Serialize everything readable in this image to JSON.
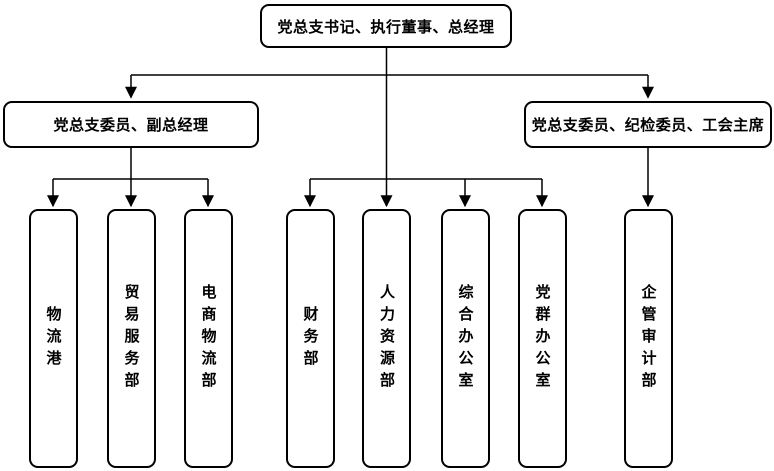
{
  "diagram": {
    "root": {
      "label": "党总支书记、执行董事、总经理"
    },
    "level2": [
      {
        "label": "党总支委员、副总经理"
      },
      {
        "label": "党总支委员、纪检委员、工会主席"
      }
    ],
    "departments": [
      {
        "label": "物流港"
      },
      {
        "label": "贸易服务部"
      },
      {
        "label": "电商物流部"
      },
      {
        "label": "财务部"
      },
      {
        "label": "人力资源部"
      },
      {
        "label": "综合办公室"
      },
      {
        "label": "党群办公室"
      },
      {
        "label": "企管审计部"
      }
    ],
    "style": {
      "line_color": "#000000",
      "box_border_color": "#000000",
      "box_fill_color": "#ffffff",
      "text_color": "#000000"
    }
  }
}
